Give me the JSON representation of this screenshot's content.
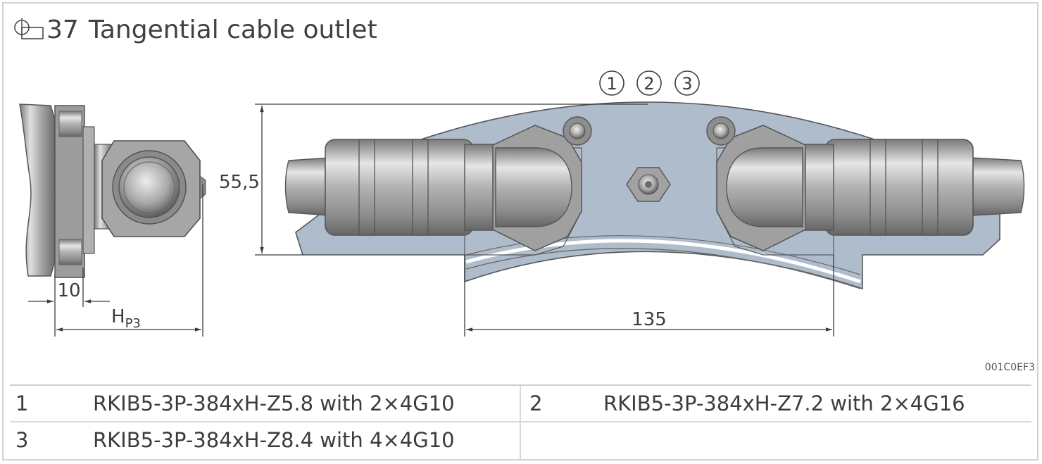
{
  "figure": {
    "number": "37",
    "title": "Tangential cable outlet",
    "code": "001C0EF3"
  },
  "callouts": [
    "1",
    "2",
    "3"
  ],
  "dimensions": {
    "height": "55,5",
    "offset": "10",
    "hp": "H",
    "hp_sub": "P3",
    "width": "135"
  },
  "legend": [
    {
      "num": "1",
      "text": "RKIB5-3P-384xH-Z5.8 with 2×4G10"
    },
    {
      "num": "2",
      "text": "RKIB5-3P-384xH-Z7.2 with 2×4G16"
    },
    {
      "num": "3",
      "text": "RKIB5-3P-384xH-Z8.4 with 4×4G10"
    }
  ],
  "colors": {
    "plate": "#aebccb",
    "metal": "#b4b4b4",
    "dark_metal": "#6e6e6e",
    "line": "#3c3c3c"
  }
}
